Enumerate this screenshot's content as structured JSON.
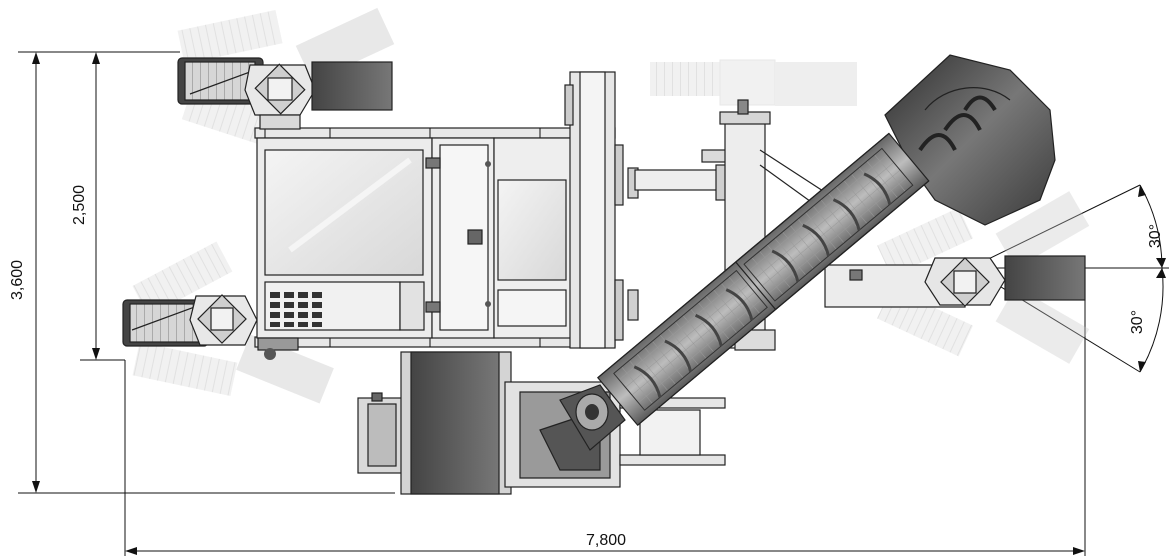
{
  "dimensions": {
    "total_width": "7,800",
    "total_height": "3,600",
    "track_span": "2,500",
    "angle_upper": "30°",
    "angle_lower": "30°"
  },
  "colors": {
    "line": "#111111",
    "light_body": "#ededed",
    "mid_gray": "#9a9a9a",
    "dark_gray": "#4a4a4a",
    "ghost_gray": "#cfcfcf"
  }
}
